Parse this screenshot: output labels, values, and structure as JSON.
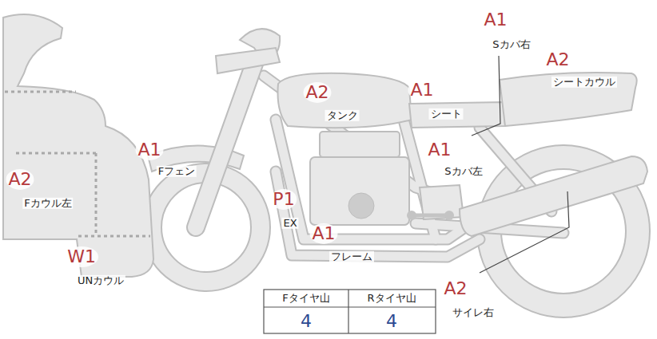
{
  "diagram": {
    "labels": [
      "A1",
      "Sカバ右",
      "A2",
      "シートカウル",
      "A2",
      "タンク",
      "A1",
      "シート",
      "A1",
      "Fフェン",
      "A1",
      "Sカバ左",
      "A2",
      "Fカウル左",
      "P1",
      "EX",
      "A1",
      "フレーム",
      "W1",
      "UNカウル",
      "A2",
      "サイレ右",
      "Fタイヤ山",
      "Rタイヤ山",
      "4",
      "4"
    ]
  }
}
